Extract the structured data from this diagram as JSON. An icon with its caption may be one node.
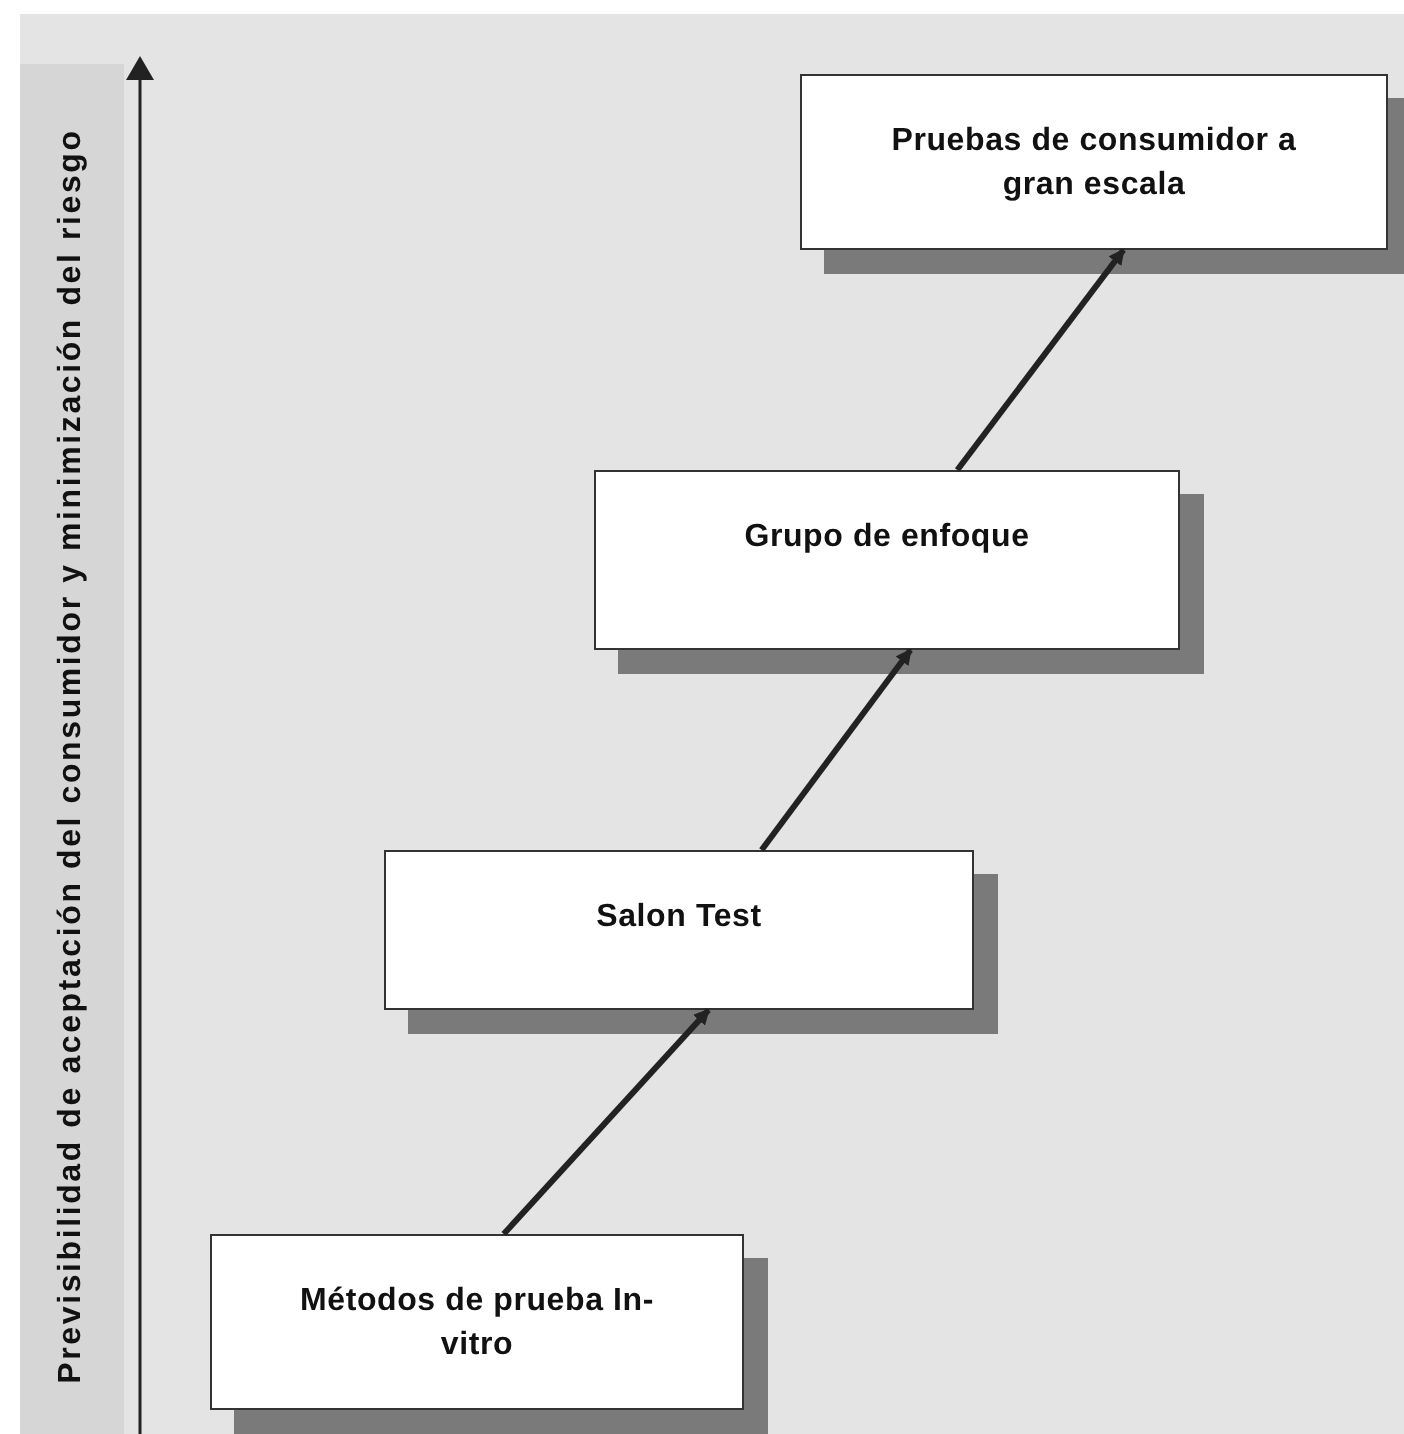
{
  "diagram": {
    "nodes": [
      {
        "text": [
          "Métodos de prueba In-vitro"
        ]
      },
      {
        "text": [
          "Salon Test"
        ]
      },
      {
        "text": [
          "Grupo de enfoque"
        ]
      },
      {
        "text": [
          "Pruebas de consumidor a gran escala"
        ]
      }
    ],
    "edges": [
      {
        "from": 0,
        "to": 1,
        "arrow": "to"
      },
      {
        "from": 1,
        "to": 2,
        "arrow": "to"
      },
      {
        "from": 2,
        "to": 3,
        "arrow": "to"
      }
    ],
    "labels": [
      "Previsibilidad de aceptación del consumidor y minimización del riesgo"
    ]
  }
}
